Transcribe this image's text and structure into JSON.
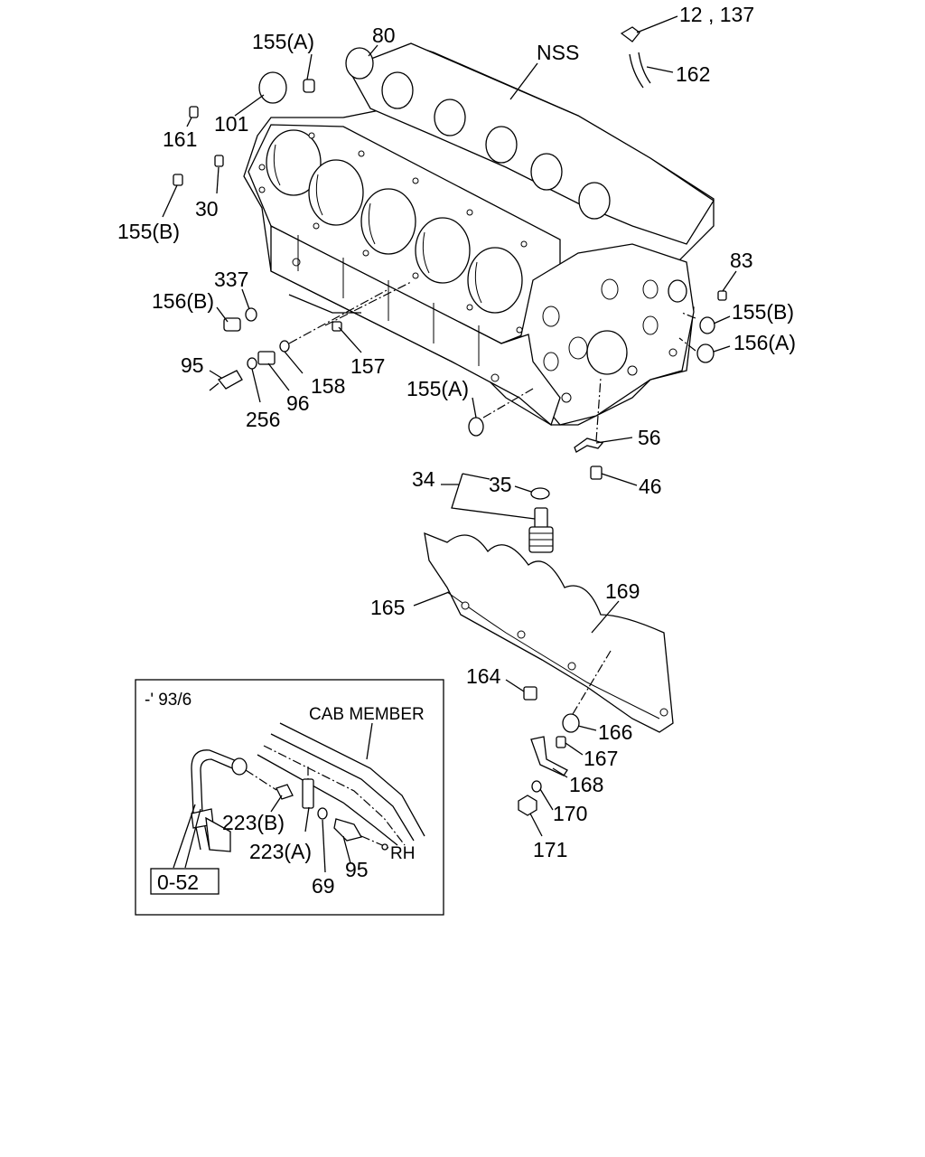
{
  "callouts": {
    "c12_137": "12 , 137",
    "c155A_top": "155(A)",
    "c80": "80",
    "cNSS": "NSS",
    "c162": "162",
    "c101": "101",
    "c161": "161",
    "c30": "30",
    "c155B_left": "155(B)",
    "c83": "83",
    "c337": "337",
    "c156B": "156(B)",
    "c155B_right": "155(B)",
    "c156A": "156(A)",
    "c95": "95",
    "c157": "157",
    "c158": "158",
    "c96": "96",
    "c256": "256",
    "c155A_bottom": "155(A)",
    "c56": "56",
    "c34": "34",
    "c35": "35",
    "c46": "46",
    "c165": "165",
    "c169": "169",
    "c164": "164",
    "c166": "166",
    "c167": "167",
    "c168": "168",
    "c170": "170",
    "c171": "171"
  },
  "inset": {
    "date": "-' 93/6",
    "cab_member": "CAB MEMBER",
    "c223B": "223(B)",
    "c223A": "223(A)",
    "c69": "69",
    "c95": "95",
    "rh": "RH",
    "ref_box": "0-52"
  }
}
